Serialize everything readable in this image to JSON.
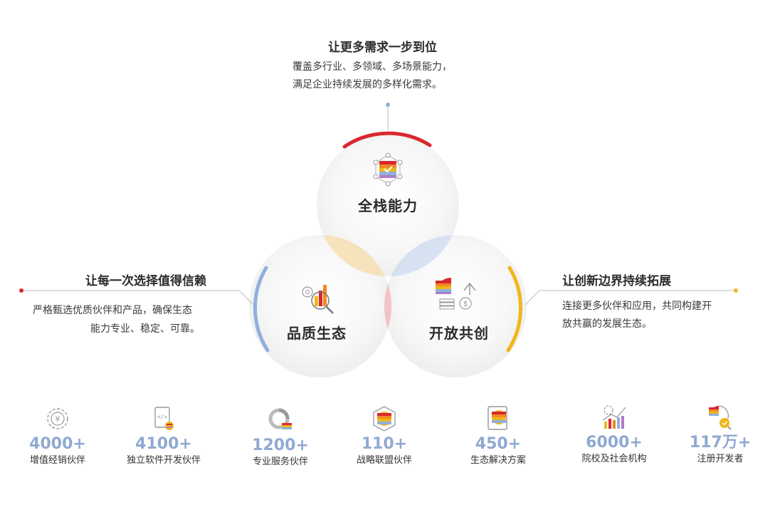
{
  "top": {
    "title": "让更多需求一步到位",
    "lines": [
      "覆盖多行业、多领域、多场景能力，",
      "满足企业持续发展的多样化需求。"
    ]
  },
  "left": {
    "title": "让每一次选择值得信赖",
    "lines": [
      "严格甄选优质伙伴和产品，确保生态",
      "能力专业、稳定、可靠。"
    ]
  },
  "right": {
    "title": "让创新边界持续拓展",
    "lines": [
      "连接更多伙伴和应用，共同构建开",
      "放共赢的发展生态。"
    ]
  },
  "circles": {
    "top_label": "全栈能力",
    "left_label": "品质生态",
    "right_label": "开放共创"
  },
  "colors": {
    "red": "#d8282f",
    "blue": "#8fb0de",
    "yellow": "#f0b71a",
    "stat_number": "#8fa9d1"
  },
  "stats": [
    {
      "value": "4000+",
      "label": "增值经销伙伴",
      "icon": "yuan-gear-icon"
    },
    {
      "value": "4100+",
      "label": "独立软件开发伙伴",
      "icon": "code-device-icon"
    },
    {
      "value": "1200+",
      "label": "专业服务伙伴",
      "icon": "donut-cart-icon"
    },
    {
      "value": "110+",
      "label": "战略联盟伙伴",
      "icon": "hexagon-coin-icon"
    },
    {
      "value": "450+",
      "label": "生态解决方案",
      "icon": "document-coin-icon"
    },
    {
      "value": "6000+",
      "label": "院校及社会机构",
      "icon": "bar-chart-gear-icon"
    },
    {
      "value": "117万+",
      "label": "注册开发者",
      "icon": "pie-check-icon"
    }
  ]
}
